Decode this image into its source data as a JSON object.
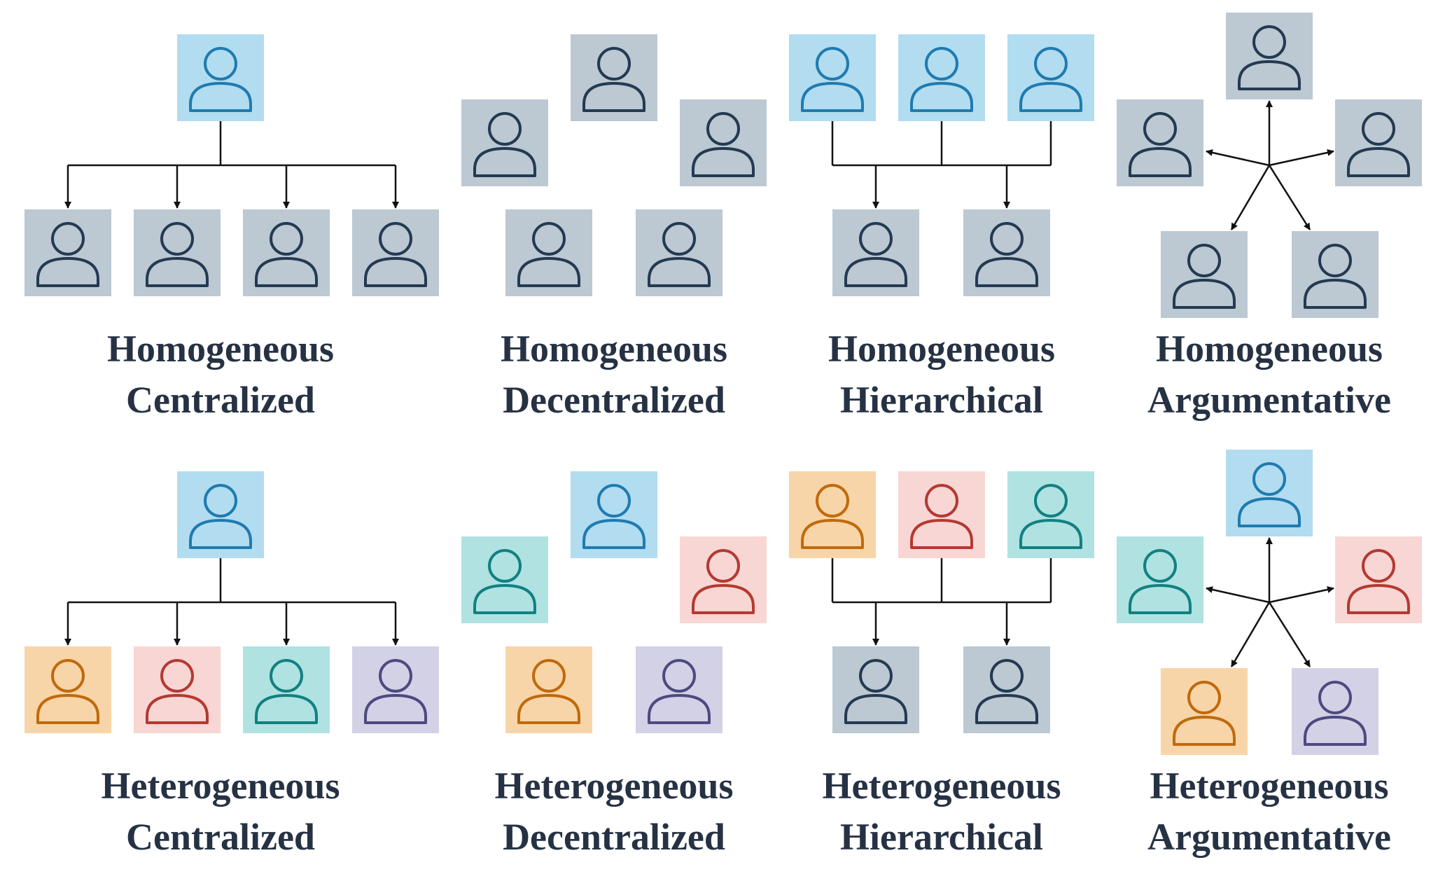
{
  "colors": {
    "gray": {
      "bg": "#bcc8d2",
      "fg": "#233a52"
    },
    "blue": {
      "bg": "#b2dcf0",
      "fg": "#1f7bb0"
    },
    "orange": {
      "bg": "#f8d5a8",
      "fg": "#c06a0c"
    },
    "red": {
      "bg": "#f8d6d4",
      "fg": "#b33a32"
    },
    "teal": {
      "bg": "#b0e2e2",
      "fg": "#128080"
    },
    "purple": {
      "bg": "#d3d1e6",
      "fg": "#4d4a80"
    },
    "arrow": "#111111"
  },
  "panels": {
    "homogeneous_centralized": {
      "line1": "Homogeneous",
      "line2": "Centralized",
      "icons": "person-icon"
    },
    "homogeneous_decentralized": {
      "line1": "Homogeneous",
      "line2": "Decentralized",
      "icons": "person-icon"
    },
    "homogeneous_hierarchical": {
      "line1": "Homogeneous",
      "line2": "Hierarchical",
      "icons": "person-icon"
    },
    "homogeneous_argumentative": {
      "line1": "Homogeneous",
      "line2": "Argumentative",
      "icons": "person-icon"
    },
    "heterogeneous_centralized": {
      "line1": "Heterogeneous",
      "line2": "Centralized",
      "icons": "person-icon"
    },
    "heterogeneous_decentralized": {
      "line1": "Heterogeneous",
      "line2": "Decentralized",
      "icons": "person-icon"
    },
    "heterogeneous_hierarchical": {
      "line1": "Heterogeneous",
      "line2": "Hierarchical",
      "icons": "person-icon"
    },
    "heterogeneous_argumentative": {
      "line1": "Heterogeneous",
      "line2": "Argumentative",
      "icons": "person-icon"
    }
  },
  "agent_colors": {
    "homogeneous_centralized": {
      "leader": "blue",
      "members": [
        "gray",
        "gray",
        "gray",
        "gray"
      ]
    },
    "homogeneous_decentralized": {
      "members": [
        "gray",
        "gray",
        "gray",
        "gray",
        "gray"
      ]
    },
    "homogeneous_hierarchical": {
      "top": [
        "blue",
        "blue",
        "blue"
      ],
      "bottom": [
        "gray",
        "gray"
      ]
    },
    "homogeneous_argumentative": {
      "members": [
        "gray",
        "gray",
        "gray",
        "gray",
        "gray"
      ]
    },
    "heterogeneous_centralized": {
      "leader": "blue",
      "members": [
        "orange",
        "red",
        "teal",
        "purple"
      ]
    },
    "heterogeneous_decentralized": {
      "members": [
        "blue",
        "teal",
        "red",
        "orange",
        "purple"
      ]
    },
    "heterogeneous_hierarchical": {
      "top": [
        "orange",
        "red",
        "teal"
      ],
      "bottom": [
        "gray",
        "gray"
      ]
    },
    "heterogeneous_argumentative": {
      "members": [
        "blue",
        "teal",
        "red",
        "orange",
        "purple"
      ]
    }
  }
}
